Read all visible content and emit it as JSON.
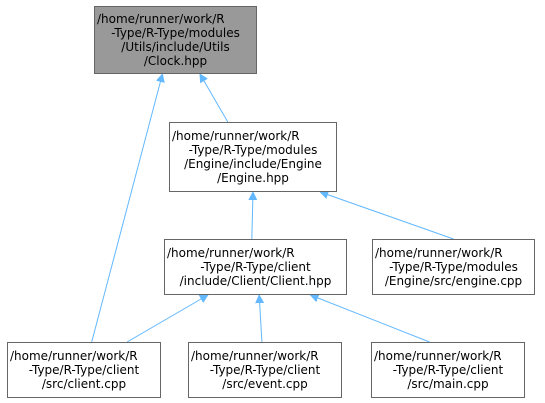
{
  "colors": {
    "root_fill": "#999999",
    "node_fill": "#ffffff",
    "node_border": "#666666",
    "edge": "#63b8ff"
  },
  "nodes": {
    "clock": {
      "line1": "/home/runner/work/R",
      "line2": "-Type/R-Type/modules",
      "line3": "/Utils/include/Utils",
      "line4": "/Clock.hpp"
    },
    "engine_hpp": {
      "line1": "/home/runner/work/R",
      "line2": "-Type/R-Type/modules",
      "line3": "/Engine/include/Engine",
      "line4": "/Engine.hpp"
    },
    "client_hpp": {
      "line1": "/home/runner/work/R",
      "line2": "-Type/R-Type/client",
      "line3": "/include/Client/Client.hpp"
    },
    "engine_cpp": {
      "line1": "/home/runner/work/R",
      "line2": "-Type/R-Type/modules",
      "line3": "/Engine/src/engine.cpp"
    },
    "client_cpp": {
      "line1": "/home/runner/work/R",
      "line2": "-Type/R-Type/client",
      "line3": "/src/client.cpp"
    },
    "event_cpp": {
      "line1": "/home/runner/work/R",
      "line2": "-Type/R-Type/client",
      "line3": "/src/event.cpp"
    },
    "main_cpp": {
      "line1": "/home/runner/work/R",
      "line2": "-Type/R-Type/client",
      "line3": "/src/main.cpp"
    }
  },
  "edges": [
    {
      "from": "engine_hpp",
      "to": "clock"
    },
    {
      "from": "client_cpp",
      "to": "clock"
    },
    {
      "from": "client_hpp",
      "to": "engine_hpp"
    },
    {
      "from": "engine_cpp",
      "to": "engine_hpp"
    },
    {
      "from": "client_cpp",
      "to": "client_hpp"
    },
    {
      "from": "event_cpp",
      "to": "client_hpp"
    },
    {
      "from": "main_cpp",
      "to": "client_hpp"
    }
  ]
}
